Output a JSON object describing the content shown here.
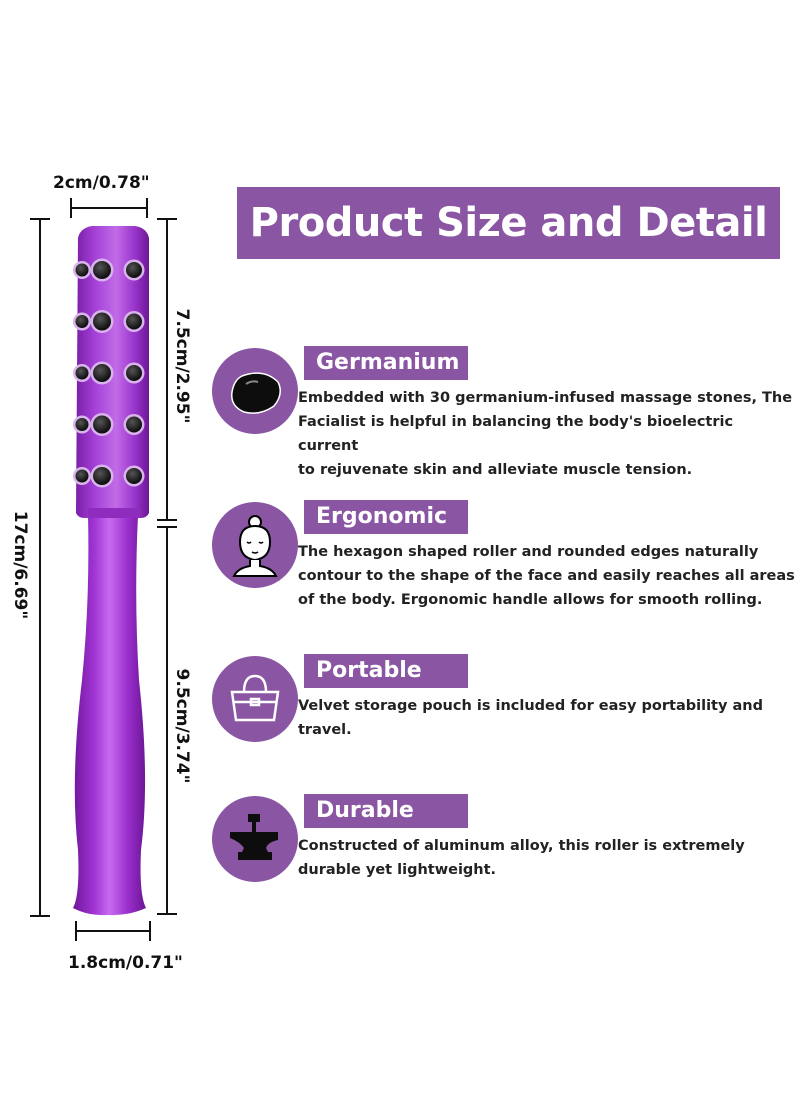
{
  "title": "Product Size and Detail",
  "dimensions": {
    "top_width": "2cm/0.78\"",
    "total_length": "17cm/6.69\"",
    "head_length": "7.5cm/2.95\"",
    "handle_length": "9.5cm/3.74\"",
    "bottom_width": "1.8cm/0.71\""
  },
  "features": [
    {
      "label": "Germanium",
      "icon": "stone-icon",
      "lines": [
        "Embedded with 30 germanium-infused massage stones, The",
        "Facialist is helpful in balancing the body's bioelectric current",
        "to rejuvenate skin and alleviate muscle tension."
      ]
    },
    {
      "label": "Ergonomic",
      "icon": "woman-face-icon",
      "lines": [
        "The hexagon shaped roller and rounded edges naturally",
        "contour to the shape of the face and easily reaches all areas",
        "of the body. Ergonomic handle allows for smooth rolling."
      ]
    },
    {
      "label": "Portable",
      "icon": "handbag-icon",
      "lines": [
        "Velvet storage pouch is included for easy portability and",
        "travel."
      ]
    },
    {
      "label": "Durable",
      "icon": "anvil-icon",
      "lines": [
        "Constructed of aluminum alloy, this roller is extremely",
        "durable yet lightweight."
      ]
    }
  ],
  "colors": {
    "accent": "#8a55a3",
    "roller": "#9b2fc9"
  }
}
